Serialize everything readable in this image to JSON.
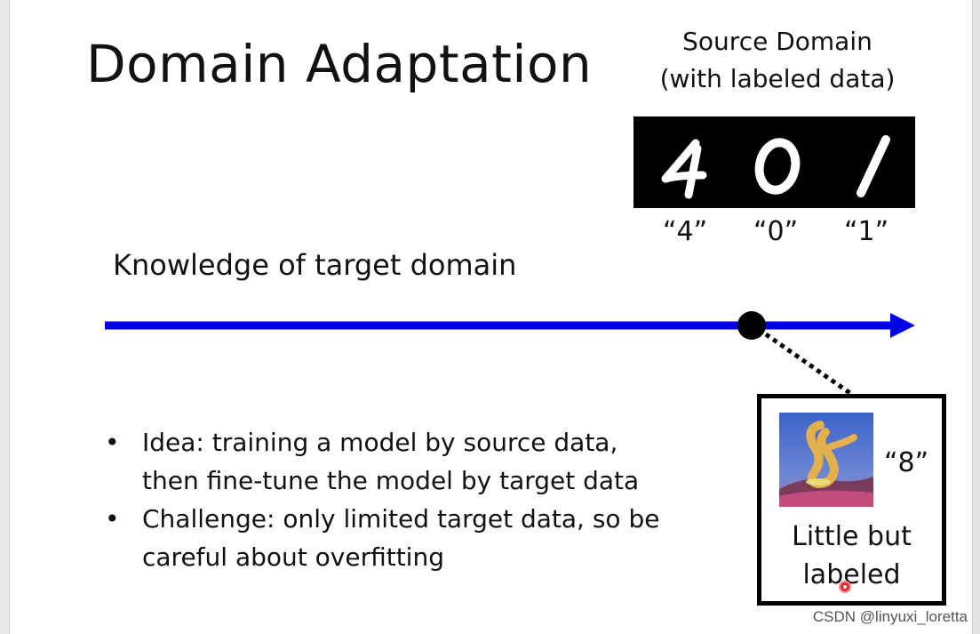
{
  "slide": {
    "title": "Domain Adaptation",
    "source": {
      "caption_line1": "Source Domain",
      "caption_line2": "(with labeled data)",
      "digit_labels": [
        "“4”",
        "“0”",
        "“1”"
      ]
    },
    "axis_label": "Knowledge of target domain",
    "bullets": [
      {
        "marker": "•",
        "line1": "Idea: training a model by source data,",
        "line2": "then fine-tune the model by target data"
      },
      {
        "marker": "•",
        "line1": "Challenge: only limited target data, so be",
        "line2": "careful about overfitting"
      }
    ],
    "target": {
      "digit_label": "“8”",
      "caption_line1": "Little but",
      "caption_line2": "labeled"
    }
  },
  "watermark": "CSDN @linyuxi_loretta",
  "colors": {
    "axis_arrow": "#0000e6",
    "marker": "#000000",
    "cursor": "#e7232d"
  },
  "icons": {
    "cursor": "red-dot-pointer",
    "arrow": "arrow-right"
  }
}
